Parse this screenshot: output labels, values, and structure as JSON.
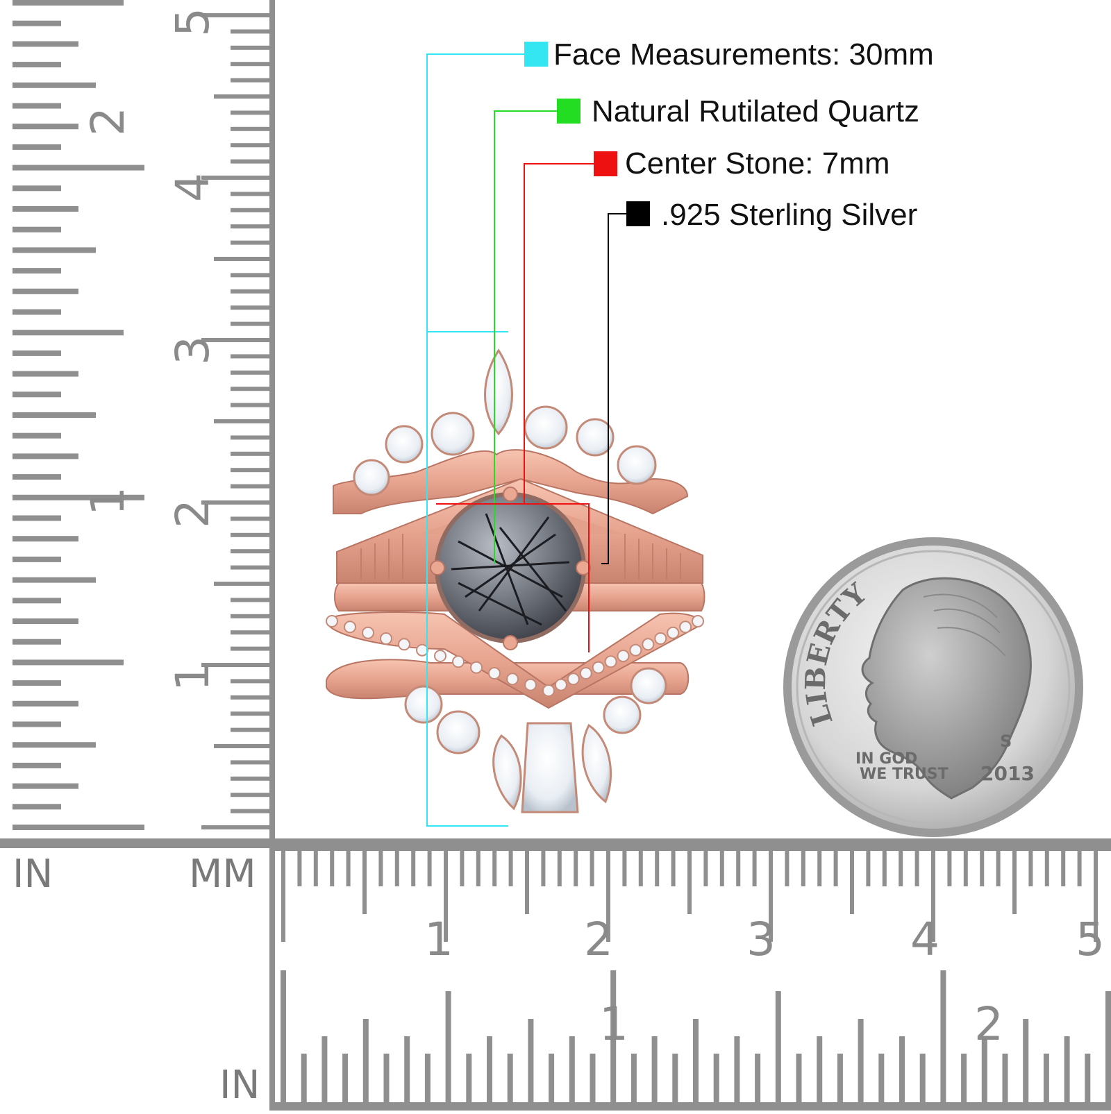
{
  "callouts": [
    {
      "text": "Face Measurements: 30mm",
      "color": "#33e6f2"
    },
    {
      "text": "Natural Rutilated Quartz",
      "color": "#22dd22"
    },
    {
      "text": "Center Stone: 7mm",
      "color": "#ee1111"
    },
    {
      "text": ".925 Sterling Silver",
      "color": "#000000"
    }
  ],
  "rulers": {
    "vertical": {
      "label_in": "IN",
      "label_mm": "MM",
      "inch_numbers": [
        "1",
        "2"
      ],
      "cm_numbers": [
        "1",
        "2",
        "3",
        "4",
        "5"
      ]
    },
    "horizontal": {
      "label_in": "IN",
      "cm_numbers": [
        "1",
        "2",
        "3",
        "4",
        "5"
      ],
      "inch_numbers": [
        "1",
        "2"
      ]
    },
    "color": "#8f8f8f"
  },
  "coin": {
    "inscription_top": "LIBERTY",
    "motto": "IN GOD WE TRUST",
    "motto_line1": "IN GOD",
    "motto_line2": "WE TRUST",
    "mint_mark": "S",
    "year": "2013"
  },
  "product": {
    "metal_color": "#e7a48f",
    "stone_color": "#4a4d55"
  }
}
